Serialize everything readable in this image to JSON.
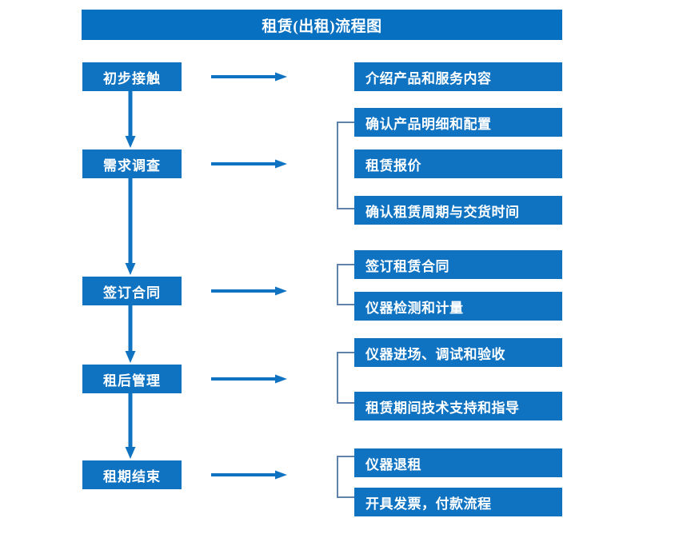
{
  "chart_data": {
    "type": "diagram",
    "title": "租赁(出租)流程图",
    "diagram_kind": "flowchart",
    "orientation": "vertical-stages-with-right-details",
    "accent_color": "#0f73c2",
    "title_bar_color": "#0870c0",
    "bracket_color": "#5f82ab",
    "arrow_color": "#0f73c2",
    "stages": [
      {
        "label": "初步接触",
        "details": [
          "介绍产品和服务内容"
        ],
        "bracket": false
      },
      {
        "label": "需求调查",
        "details": [
          "确认产品明细和配置",
          "租赁报价",
          "确认租赁周期与交货时间"
        ],
        "bracket": true
      },
      {
        "label": "签订合同",
        "details": [
          "签订租赁合同",
          "仪器检测和计量"
        ],
        "bracket": true
      },
      {
        "label": "租后管理",
        "details": [
          "仪器进场、调试和验收",
          "租赁期间技术支持和指导"
        ],
        "bracket": true
      },
      {
        "label": "租期结束",
        "details": [
          "仪器退租",
          "开具发票，付款流程"
        ],
        "bracket": true
      }
    ]
  },
  "title": {
    "text": "租赁(出租)流程图"
  },
  "stages": [
    {
      "label": "初步接触"
    },
    {
      "label": "需求调查"
    },
    {
      "label": "签订合同"
    },
    {
      "label": "租后管理"
    },
    {
      "label": "租期结束"
    }
  ],
  "details": [
    {
      "label": "介绍产品和服务内容"
    },
    {
      "label": "确认产品明细和配置"
    },
    {
      "label": "租赁报价"
    },
    {
      "label": "确认租赁周期与交货时间"
    },
    {
      "label": "签订租赁合同"
    },
    {
      "label": "仪器检测和计量"
    },
    {
      "label": "仪器进场、调试和验收"
    },
    {
      "label": "租赁期间技术支持和指导"
    },
    {
      "label": "仪器退租"
    },
    {
      "label": "开具发票，付款流程"
    }
  ]
}
